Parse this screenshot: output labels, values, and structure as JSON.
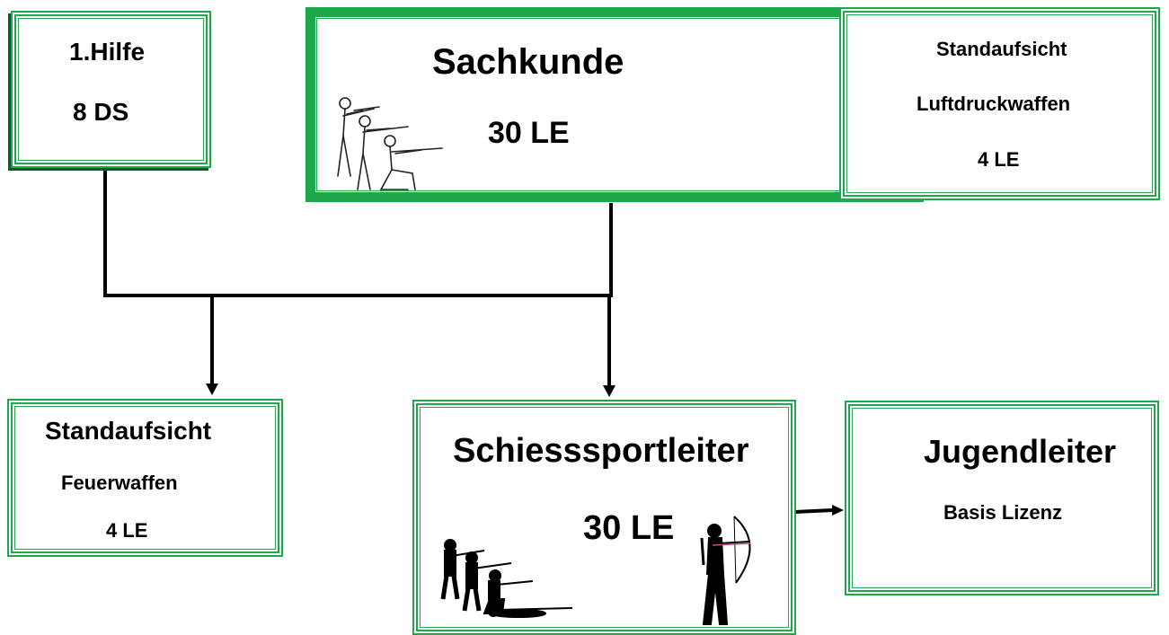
{
  "box_first_aid": {
    "title": "1.Hilfe",
    "sub": "8 DS"
  },
  "box_sachkunde": {
    "title": "Sachkunde",
    "sub": "30 LE"
  },
  "box_air_weapons": {
    "line1": "Standaufsicht",
    "line2": "Luftdruckwaffen",
    "line3": "4 LE"
  },
  "box_firearms": {
    "line1": "Standaufsicht",
    "line2": "Feuerwaffen",
    "line3": "4 LE"
  },
  "box_sport_leader": {
    "title": "Schiesssportleiter",
    "sub": "30 LE"
  },
  "box_youth_leader": {
    "title": "Jugendleiter",
    "sub": "Basis Lizenz"
  },
  "colors": {
    "border": "#1fa84a",
    "line": "#000000"
  },
  "icons": [
    "shooters-sketch-icon",
    "shooters-silhouette-icon",
    "archer-icon"
  ]
}
